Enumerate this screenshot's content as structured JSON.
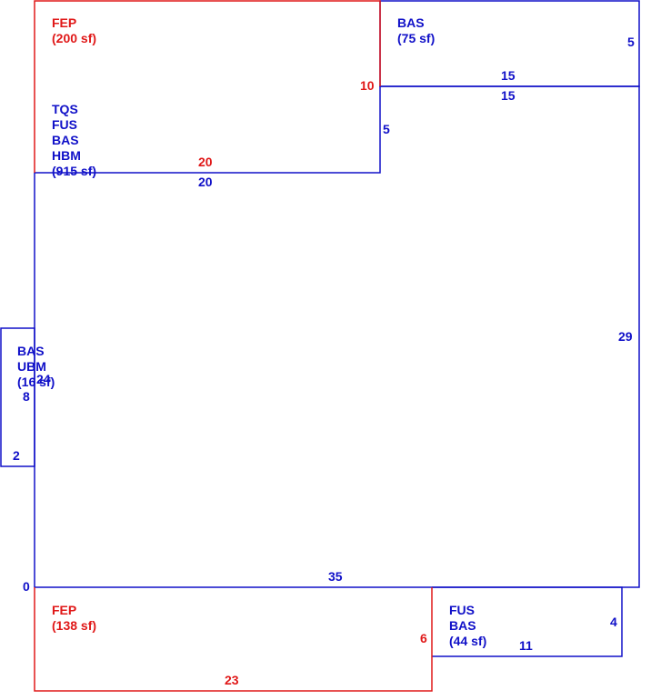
{
  "colors": {
    "blue": "#1010c8",
    "red": "#e01818"
  },
  "areas": {
    "fep_top": {
      "line1": "FEP",
      "line2": "(200 sf)"
    },
    "bas_top_right": {
      "line1": "BAS",
      "line2": "(75 sf)"
    },
    "main": {
      "line1": "TQS",
      "line2": "FUS",
      "line3": "BAS",
      "line4": "HBM",
      "line5": "(915 sf)"
    },
    "bas_left": {
      "line1": "BAS",
      "line2": "UBM",
      "line3": "(16 sf)"
    },
    "fep_bottom": {
      "line1": "FEP",
      "line2": "(138 sf)"
    },
    "fus_bottom_right": {
      "line1": "FUS",
      "line2": "BAS",
      "line3": "(44 sf)"
    }
  },
  "dimensions": {
    "d10": "10",
    "d20_red": "20",
    "d20_blue": "20",
    "d5_mid": "5",
    "d5_right": "5",
    "d15_top": "15",
    "d15_bottom": "15",
    "d29": "29",
    "d24": "24",
    "d8": "8",
    "d2": "2",
    "d0": "0",
    "d35": "35",
    "d6": "6",
    "d23": "23",
    "d4": "4",
    "d11": "11"
  }
}
